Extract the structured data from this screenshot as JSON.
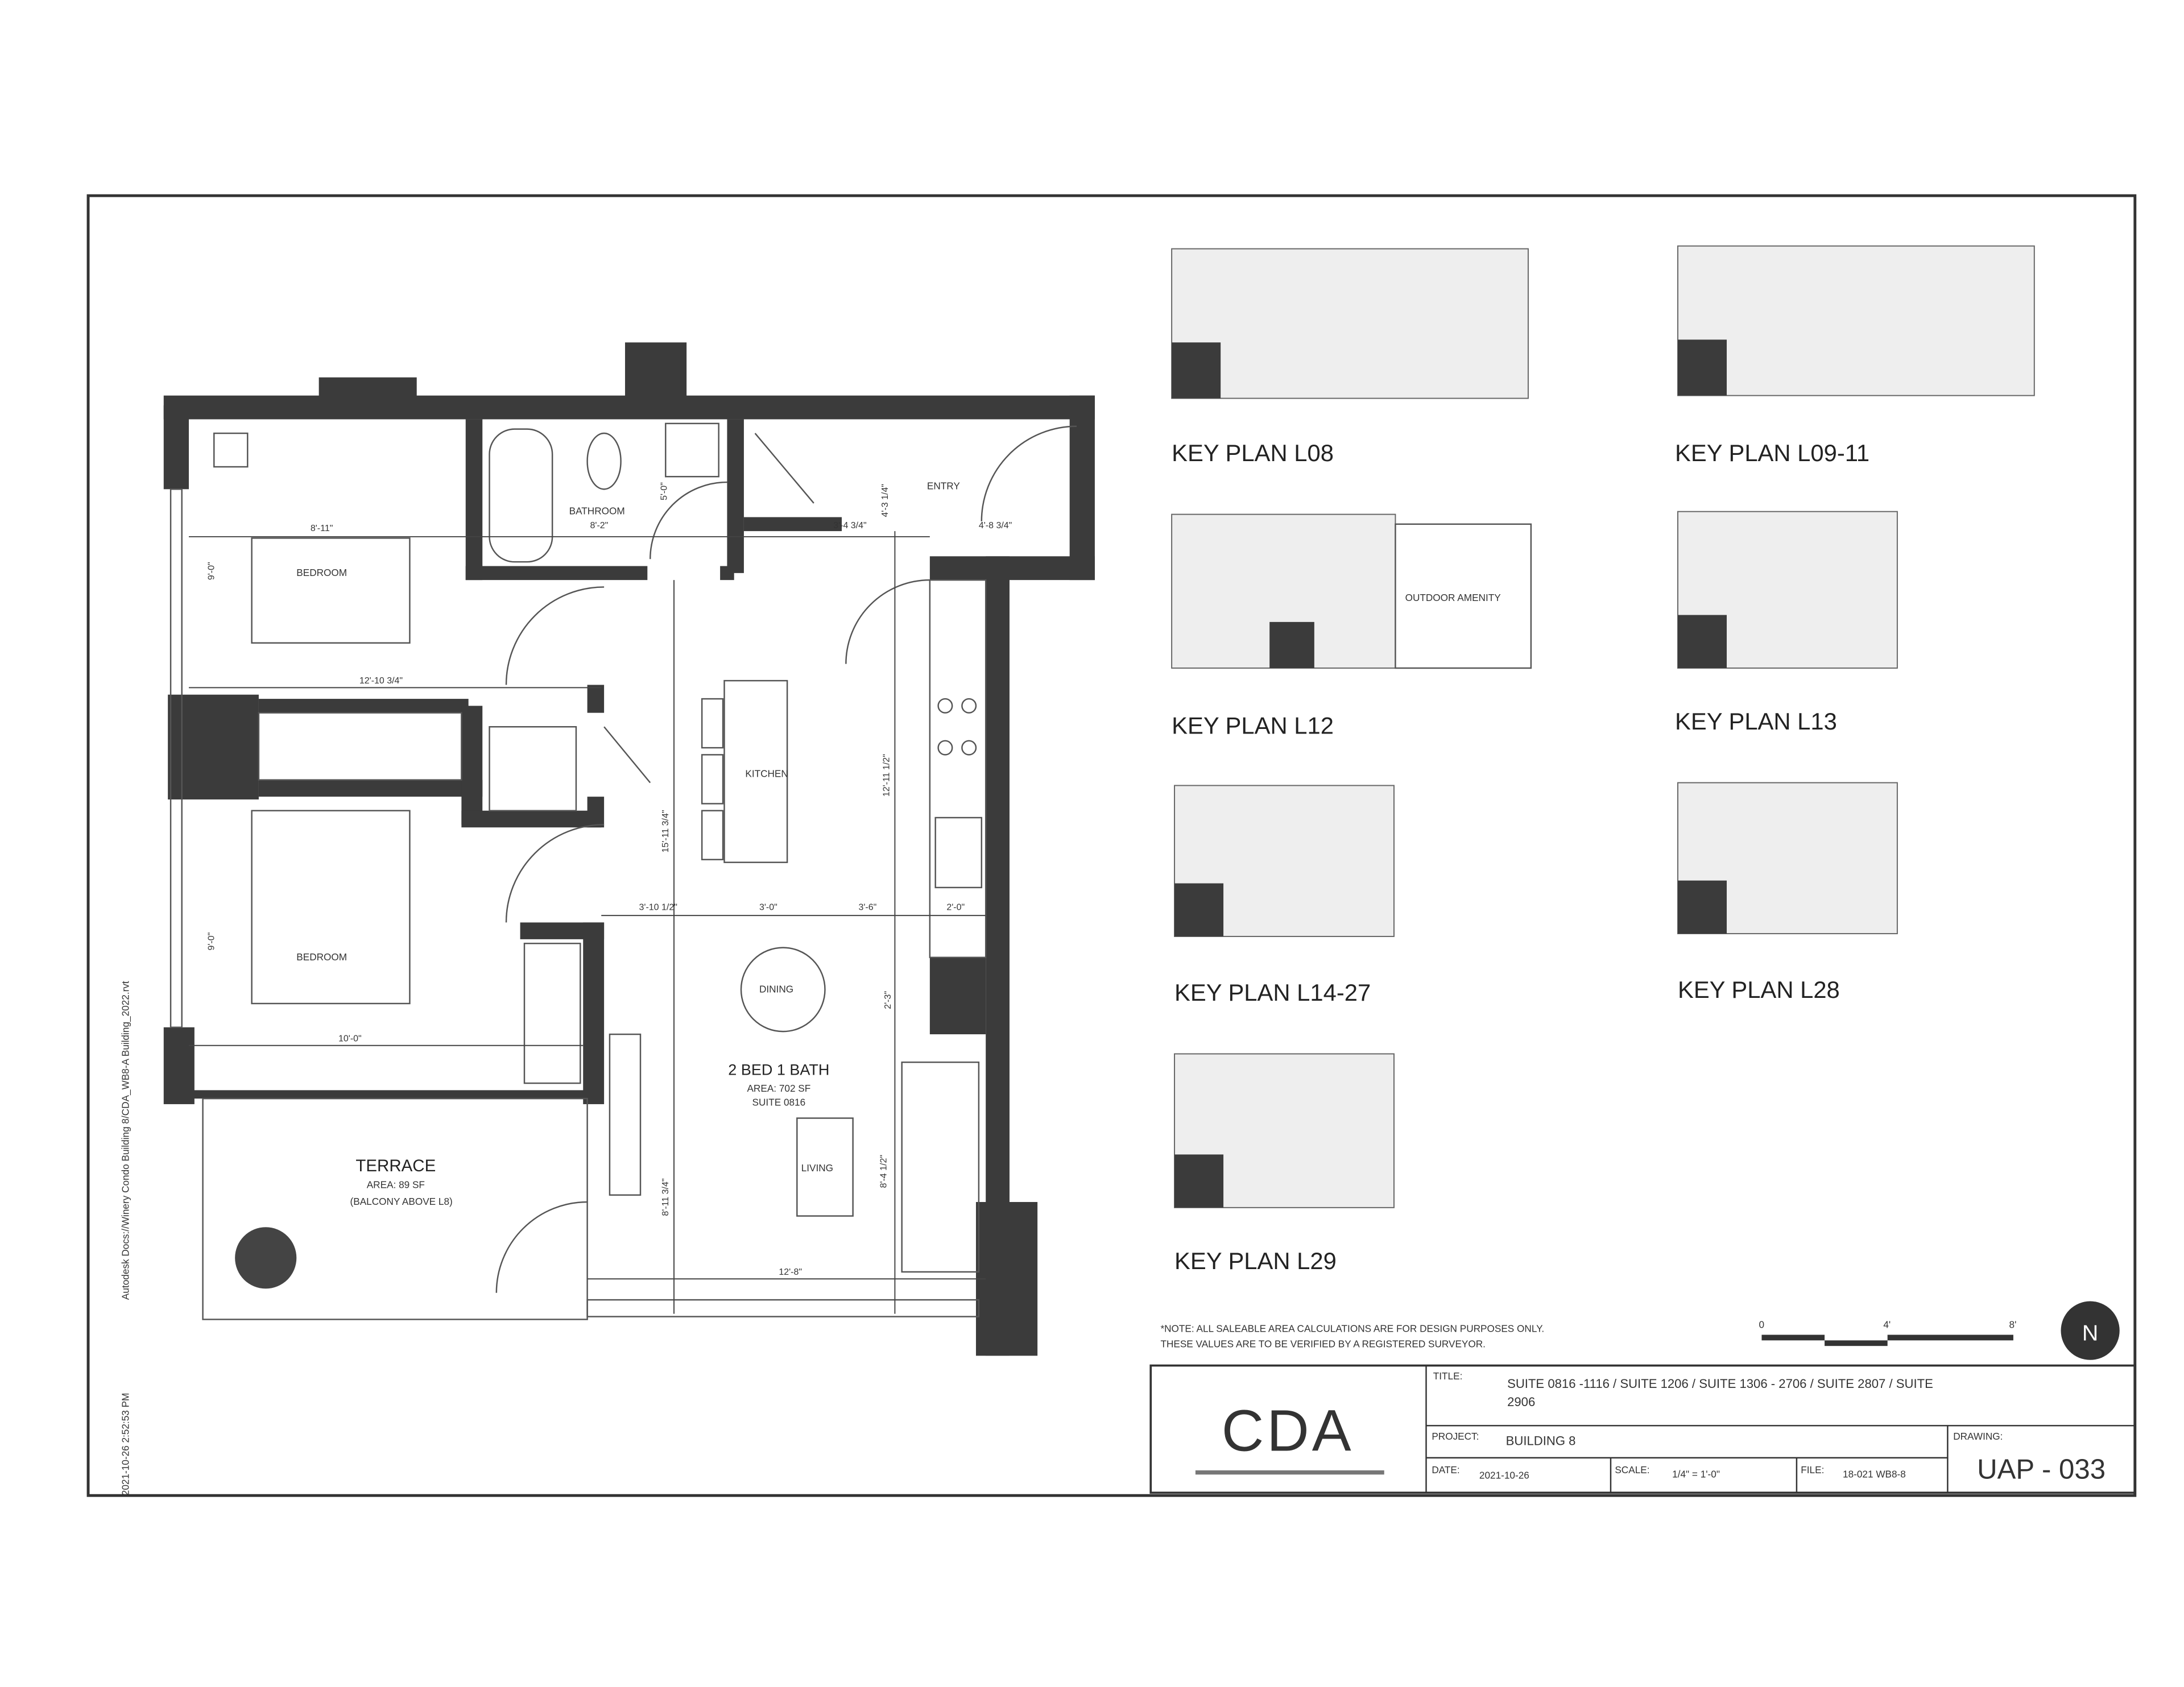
{
  "plan": {
    "rooms": {
      "bedroom_1": "BEDROOM",
      "bedroom_2": "BEDROOM",
      "bathroom": "BATHROOM",
      "bathroom_dim": "8'-2\"",
      "entry": "ENTRY",
      "kitchen": "KITCHEN",
      "dining": "DINING",
      "living": "LIVING",
      "terrace": "TERRACE",
      "terrace_area": "AREA: 89 SF",
      "terrace_note": "(BALCONY ABOVE L8)"
    },
    "unit": {
      "type": "2 BED 1 BATH",
      "area": "AREA: 702 SF",
      "suite": "SUITE 0816"
    },
    "dimensions": {
      "bed1_width": "8'-11\"",
      "bed1_depth": "9'-0\"",
      "bed1_length": "12'-10 3/4\"",
      "bath_v": "5'-0\"",
      "entry_a": "3'-4 3/4\"",
      "entry_b": "4'-8 3/4\"",
      "entry_v": "4'-3 1/4\"",
      "kitchen_v": "12'-11 1/2\"",
      "main_v": "15'-11 3/4\"",
      "k1": "3'-10 1/2\"",
      "k2": "3'-0\"",
      "k3": "3'-6\"",
      "k4": "2'-0\"",
      "dining_v": "2'-3\"",
      "bed2_depth": "9'-0\"",
      "bed2_width": "10'-0\"",
      "living_v1": "8'-11 3/4\"",
      "living_v2": "8'-4 1/2\"",
      "living_w": "12'-8\""
    },
    "side_stamp": "2021-10-26 2:52:53 PM",
    "side_path": "Autodesk Docs://Winery Condo Building 8/CDA_WB8-A Building_2022.rvt"
  },
  "key_plans": [
    {
      "label": "KEY PLAN  L08"
    },
    {
      "label": "KEY PLAN  L09-11"
    },
    {
      "label": "KEY PLAN  L12",
      "amenity": "OUTDOOR AMENITY"
    },
    {
      "label": "KEY PLAN  L13"
    },
    {
      "label": "KEY PLAN  L14-27"
    },
    {
      "label": "KEY PLAN  L28"
    },
    {
      "label": "KEY PLAN  L29"
    }
  ],
  "note": {
    "line1": "*NOTE: ALL SALEABLE AREA CALCULATIONS ARE FOR DESIGN PURPOSES ONLY.",
    "line2": "THESE VALUES ARE TO BE VERIFIED BY A REGISTERED SURVEYOR."
  },
  "scale_bar": {
    "t0": "0",
    "t1": "4'",
    "t2": "8'"
  },
  "north": "N",
  "title_block": {
    "logo": "CDA",
    "title_label": "TITLE:",
    "title_line1": "SUITE 0816 -1116 / SUITE 1206 / SUITE 1306 - 2706 / SUITE 2807 / SUITE",
    "title_line2": "2906",
    "project_label": "PROJECT:",
    "project": "BUILDING 8",
    "date_label": "DATE:",
    "date": "2021-10-26",
    "scale_label": "SCALE:",
    "scale": "1/4\" = 1'-0\"",
    "file_label": "FILE:",
    "file": "18-021  WB8-8",
    "drawing_label": "DRAWING:",
    "drawing": "UAP - 033"
  },
  "colors": {
    "wall": "#3b3b3b",
    "paper": "#ffffff"
  }
}
